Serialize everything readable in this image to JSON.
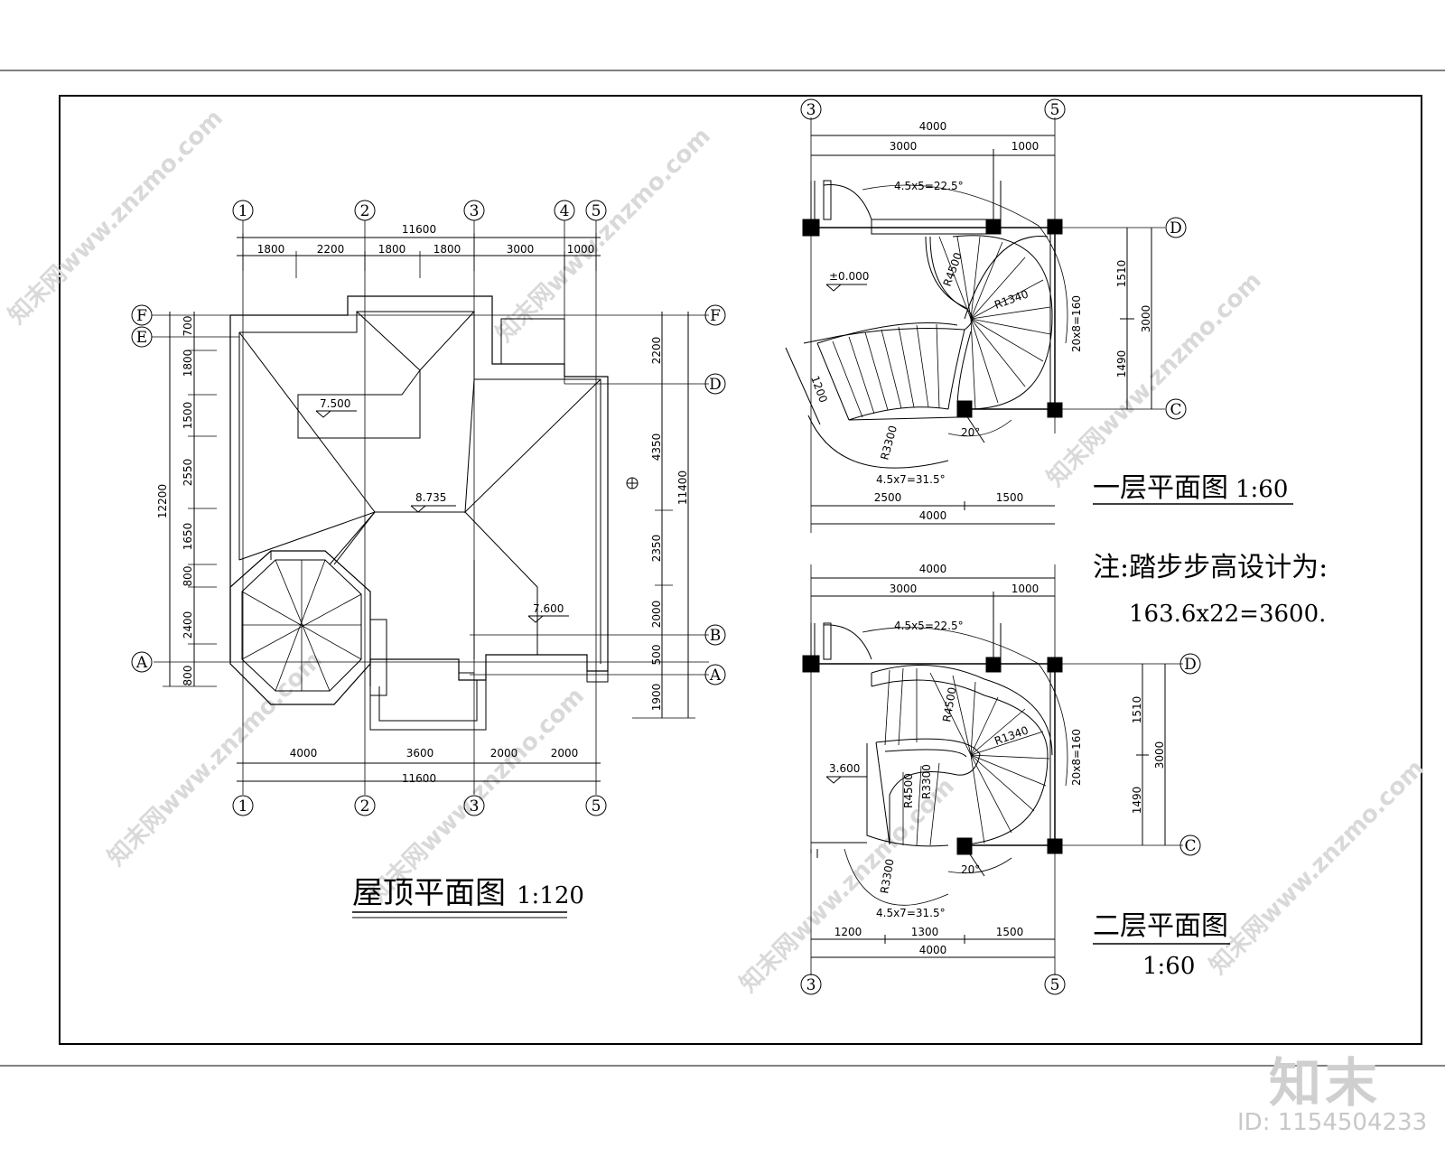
{
  "roof": {
    "title": "屋顶平面图",
    "scale": "1:120",
    "axes_top": [
      "1",
      "2",
      "3",
      "4",
      "5"
    ],
    "axes_bottom": [
      "1",
      "2",
      "3",
      "5"
    ],
    "axes_left": [
      "F",
      "E",
      "A"
    ],
    "axes_right": [
      "F",
      "D",
      "B",
      "A"
    ],
    "dims_top_total": "11600",
    "dims_top": [
      "1800",
      "2200",
      "1800",
      "1800",
      "3000",
      "1000"
    ],
    "dims_bottom": [
      "4000",
      "3600",
      "2000",
      "2000"
    ],
    "dims_bottom_total": "11600",
    "dims_left_total": "12200",
    "dims_left": [
      "700",
      "1800",
      "1500",
      "2550",
      "1650",
      "800",
      "2400",
      "800"
    ],
    "dims_right": [
      "2200",
      "4350",
      "2350",
      "2000",
      "500",
      "1900"
    ],
    "dims_right_total": "11400",
    "elevations": [
      "7.500",
      "8.735",
      "7.600"
    ]
  },
  "floor1": {
    "title": "一层平面图",
    "scale": "1:60",
    "axes_top": [
      "3",
      "5"
    ],
    "axes_right": [
      "D",
      "C"
    ],
    "dims_top_total": "4000",
    "dims_top": [
      "3000",
      "1000"
    ],
    "angle_top": "4.5x5=22.5°",
    "angle_bottom": "4.5x7=31.5°",
    "angle_20": "20°",
    "radii": [
      "R4500",
      "R1340",
      "R3300"
    ],
    "landing_width": "1200",
    "tread_note": "20x8=160",
    "elevation": "±0.000",
    "dims_right": [
      "1510",
      "1490"
    ],
    "dims_right_total": "3000",
    "dims_bottom": [
      "2500",
      "1500"
    ],
    "dims_bottom_total": "4000"
  },
  "floor2": {
    "title": "二层平面图",
    "scale": "1:60",
    "axes_bottom": [
      "3",
      "5"
    ],
    "axes_right": [
      "D",
      "C"
    ],
    "dims_top_total": "4000",
    "dims_top": [
      "3000",
      "1000"
    ],
    "angle_top": "4.5x5=22.5°",
    "angle_bottom": "4.5x7=31.5°",
    "angle_20": "20°",
    "radii": [
      "R4500",
      "R1340",
      "R4500",
      "R3300",
      "R3300"
    ],
    "tread_note": "20x8=160",
    "elevation": "3.600",
    "dims_right": [
      "1510",
      "1490"
    ],
    "dims_right_total": "3000",
    "dims_bottom": [
      "1200",
      "1300",
      "1500"
    ],
    "dims_bottom_total": "4000"
  },
  "note": {
    "line1": "注:踏步步高设计为:",
    "line2": "163.6x22=3600."
  },
  "watermark": {
    "text": "知末网www.znzmo.com",
    "brand": "知末",
    "id": "ID: 1154504233"
  }
}
